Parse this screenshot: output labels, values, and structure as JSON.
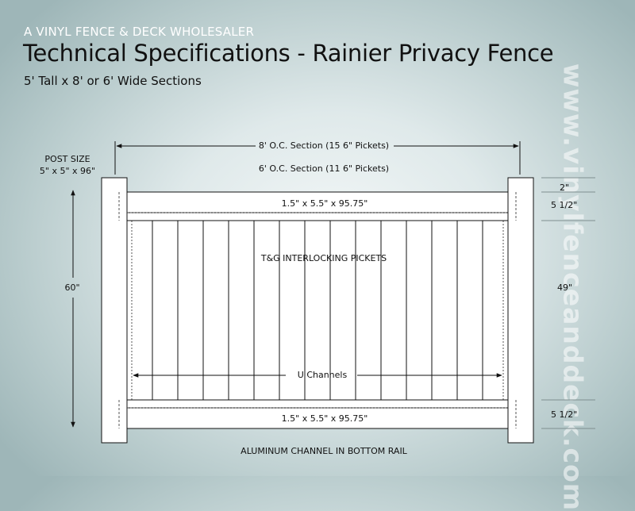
{
  "header": {
    "kicker": "A VINYL FENCE & DECK WHOLESALER",
    "title": "Technical Specifications - Rainier Privacy Fence",
    "subtitle": "5' Tall x 8' or 6' Wide Sections"
  },
  "labels": {
    "post_size_title": "POST SIZE",
    "post_size_value": "5\" x 5\" x 96\"",
    "section_8": "8' O.C. Section (15  6\" Pickets)",
    "section_6": "6' O.C. Section (11  6\" Pickets)",
    "top_rail": "1.5\" x 5.5\" x 95.75\"",
    "bottom_rail": "1.5\" x 5.5\" x 95.75\"",
    "pickets": "T&G INTERLOCKING PICKETS",
    "u_channels": "U Channels",
    "height_60": "60\"",
    "dim_2": "2\"",
    "dim_top_rail": "5 1/2\"",
    "dim_49": "49\"",
    "dim_bottom_rail": "5 1/2\"",
    "aluminum_channel": "ALUMINUM CHANNEL IN BOTTOM RAIL"
  },
  "watermark": "www.vinylfenceanddeck.com"
}
